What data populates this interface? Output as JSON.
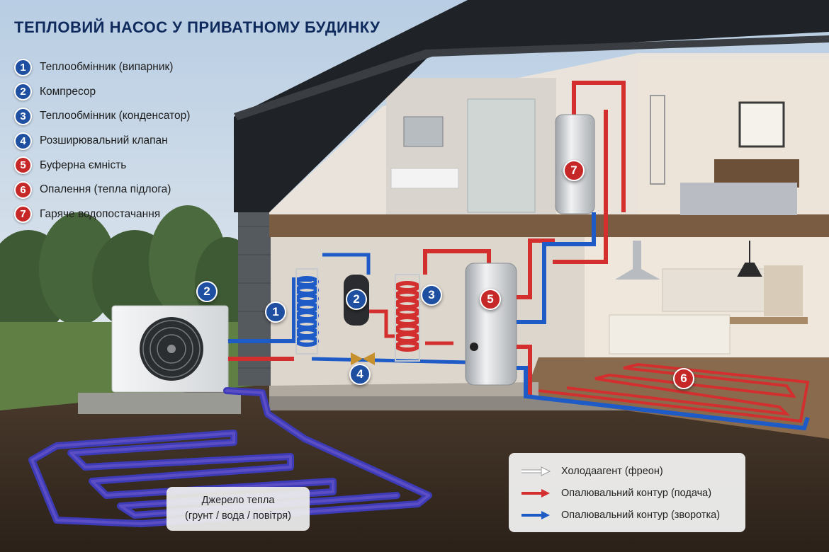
{
  "title": "ТЕПЛОВИЙ НАСОС У ПРИВАТНОМУ БУДИНКУ",
  "legend": [
    {
      "num": "1",
      "label": "Теплообмінник (випарник)",
      "color": "blue"
    },
    {
      "num": "2",
      "label": "Компресор",
      "color": "blue"
    },
    {
      "num": "3",
      "label": "Теплообмінник (конденсатор)",
      "color": "blue"
    },
    {
      "num": "4",
      "label": "Розширювальний клапан",
      "color": "blue"
    },
    {
      "num": "5",
      "label": "Буферна ємність",
      "color": "red"
    },
    {
      "num": "6",
      "label": "Опалення (тепла підлога)",
      "color": "red"
    },
    {
      "num": "7",
      "label": "Гаряче водопостачання",
      "color": "red"
    }
  ],
  "markers": {
    "unit": "2",
    "evaporator": "1",
    "compressor": "2",
    "condenser": "3",
    "valve": "4",
    "buffer": "5",
    "floor": "6",
    "boiler": "7"
  },
  "heat_source": {
    "line1": "Джерело тепла",
    "line2": "(грунт / вода / повітря)"
  },
  "key": [
    {
      "label": "Холодаагент (фреон)",
      "color": "#ffffff"
    },
    {
      "label": "Опалювальний контур (подача)",
      "color": "#d32f2f"
    },
    {
      "label": "Опалювальний контур (зворотка)",
      "color": "#1e5bc6"
    }
  ],
  "colors": {
    "badge_blue": "#1e4fa0",
    "badge_red": "#c62828",
    "supply": "#d32f2f",
    "return": "#1e5bc6",
    "ground_loop": "#4a3fb0",
    "roof": "#1f2226",
    "wall": "#e9e3dc"
  }
}
